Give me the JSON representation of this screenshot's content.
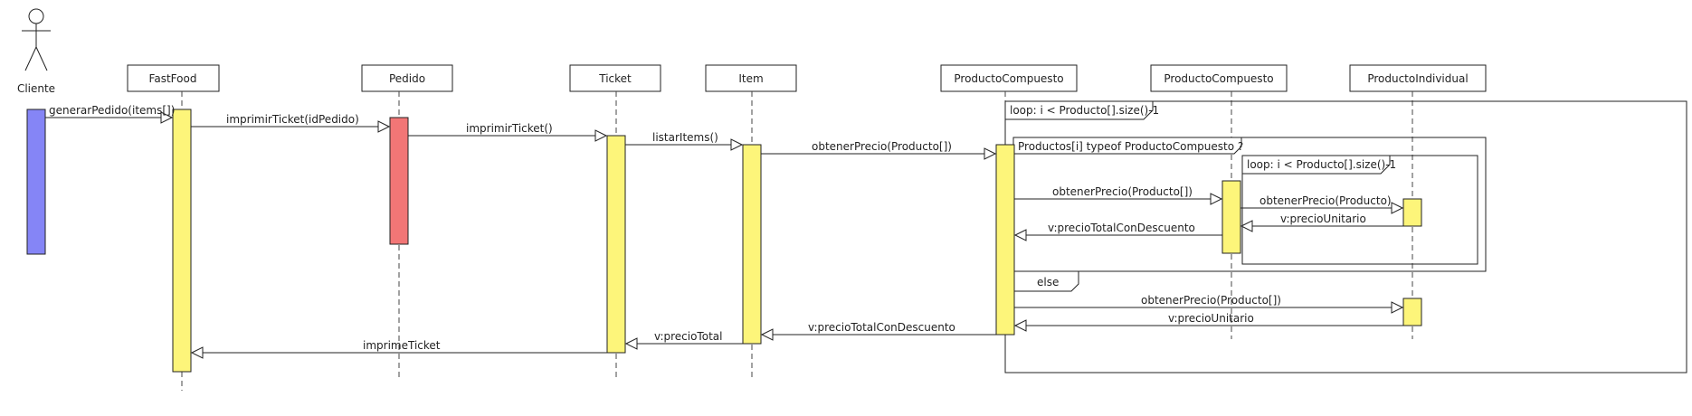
{
  "actor": {
    "label": "Cliente"
  },
  "participants": [
    {
      "id": "fastfood",
      "label": "FastFood"
    },
    {
      "id": "pedido",
      "label": "Pedido"
    },
    {
      "id": "ticket",
      "label": "Ticket"
    },
    {
      "id": "item",
      "label": "Item"
    },
    {
      "id": "pc1",
      "label": "ProductoCompuesto"
    },
    {
      "id": "pc2",
      "label": "ProductoCompuesto"
    },
    {
      "id": "pi",
      "label": "ProductoIndividual"
    }
  ],
  "frames": {
    "outer_loop": "loop: i < Producto[].size()-1",
    "alt_condition": "Productos[i] typeof ProductoCompuesto ?",
    "inner_loop": "loop: i < Producto[].size()-1",
    "else_label": "else"
  },
  "messages": [
    "generarPedido(items[])",
    "imprimirTicket(idPedido)",
    "imprimirTicket()",
    "listarItems()",
    "obtenerPrecio(Producto[])",
    "obtenerPrecio(Producto[])",
    "obtenerPrecio(Producto)",
    "v:precioUnitario",
    "v:precioTotalConDescuento",
    "obtenerPrecio(Producto[])",
    "v:precioUnitario",
    "v:precioTotalConDescuento",
    "v:precioTotal",
    "imprimeTicket"
  ],
  "colors": {
    "activation_yellow": "#fdf57a",
    "activation_red": "#f27676",
    "activation_blue": "#8585f6"
  }
}
